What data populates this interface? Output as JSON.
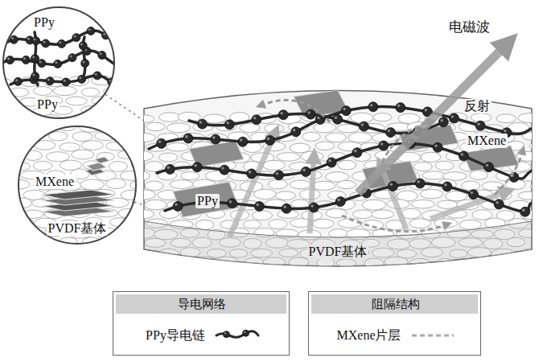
{
  "diagram": {
    "nodes": [
      {
        "text": [
          "PPy",
          "PPy"
        ]
      },
      {
        "text": [
          "MXene",
          "PVDF基体"
        ]
      },
      {
        "text": [
          "反射",
          "MXene",
          "PPy",
          "PVDF基体"
        ]
      },
      {
        "text": [
          "导电网络"
        ]
      },
      {
        "text": [
          "阻隔结构"
        ]
      }
    ],
    "edges": [
      {
        "from": 0,
        "to": 2,
        "arrow": "none"
      },
      {
        "from": 1,
        "to": 2,
        "arrow": "none"
      }
    ],
    "labels": [
      "电磁波"
    ],
    "legend": [
      {
        "text": "PPy导电链"
      },
      {
        "text": "MXene片层"
      }
    ]
  }
}
